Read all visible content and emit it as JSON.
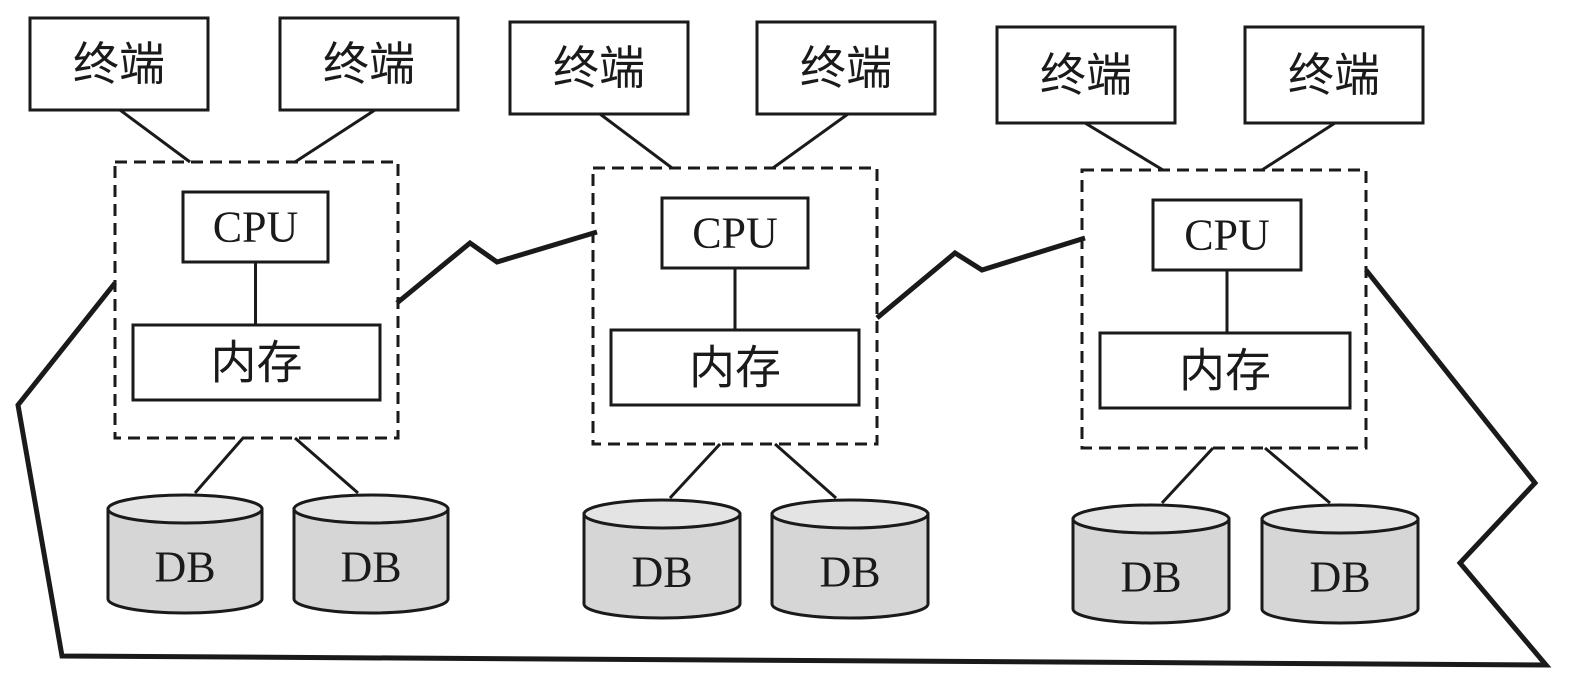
{
  "labels": {
    "terminal": "终端",
    "cpu": "CPU",
    "memory": "内存",
    "db": "DB"
  },
  "nodes": [
    {
      "terminals": [
        "终端",
        "终端"
      ],
      "cpu": "CPU",
      "memory": "内存",
      "databases": [
        "DB",
        "DB"
      ]
    },
    {
      "terminals": [
        "终端",
        "终端"
      ],
      "cpu": "CPU",
      "memory": "内存",
      "databases": [
        "DB",
        "DB"
      ]
    },
    {
      "terminals": [
        "终端",
        "终端"
      ],
      "cpu": "CPU",
      "memory": "内存",
      "databases": [
        "DB",
        "DB"
      ]
    }
  ],
  "colors": {
    "line": "#1a1a1a",
    "db_fill": "#d6d6d6",
    "background": "#ffffff"
  }
}
